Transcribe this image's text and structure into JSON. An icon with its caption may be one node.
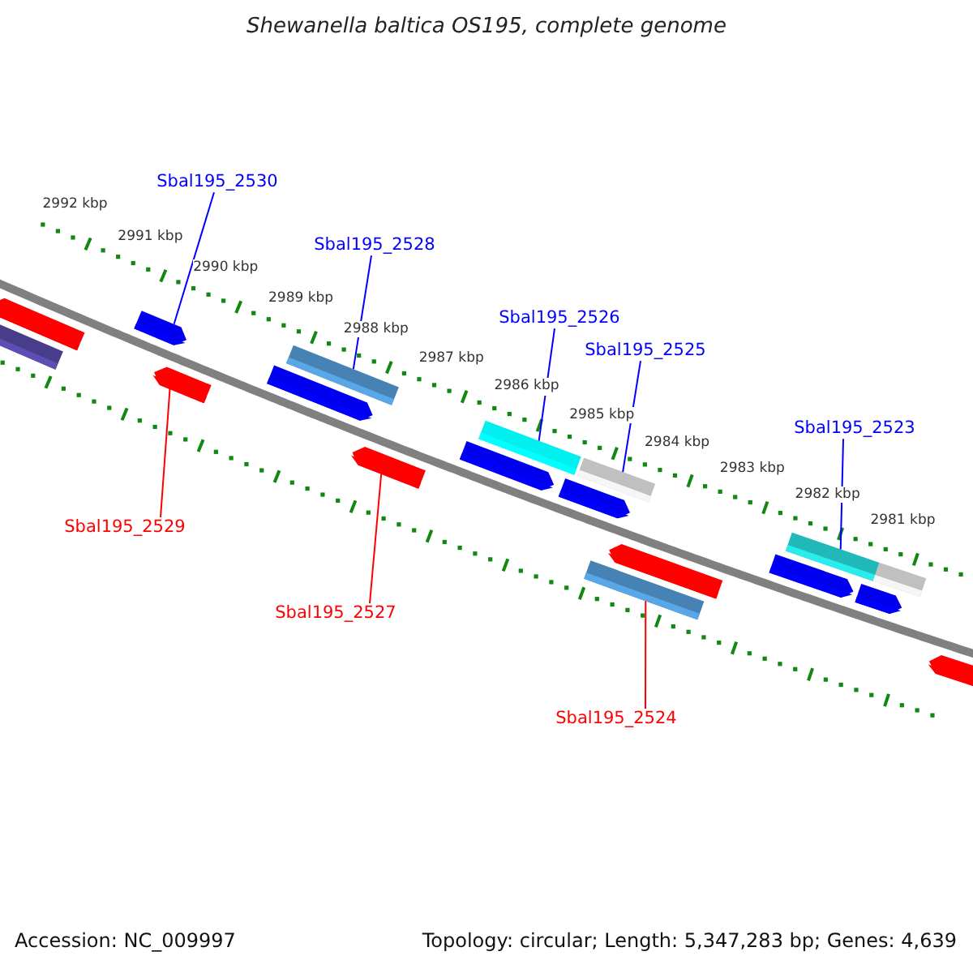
{
  "diagram": {
    "title": "Shewanella baltica OS195, complete genome",
    "nodes": [
      {
        "text": [
          "Sbal195_2530"
        ]
      },
      {
        "text": [
          "Sbal195_2528"
        ]
      },
      {
        "text": [
          "Sbal195_2526"
        ]
      },
      {
        "text": [
          "Sbal195_2525"
        ]
      },
      {
        "text": [
          "Sbal195_2523"
        ]
      },
      {
        "text": [
          "Sbal195_2529"
        ]
      },
      {
        "text": [
          "Sbal195_2527"
        ]
      },
      {
        "text": [
          "Sbal195_2524"
        ]
      },
      {
        "text": [],
        "shape": "pentagon"
      },
      {
        "text": [],
        "shape": "bar"
      },
      {
        "text": [],
        "shape": "pentagon"
      },
      {
        "text": [],
        "shape": "pentagon"
      },
      {
        "text": [],
        "shape": "pentagon"
      },
      {
        "text": [],
        "shape": "bar"
      },
      {
        "text": [],
        "shape": "pentagon"
      },
      {
        "text": [],
        "shape": "pentagon"
      },
      {
        "text": [],
        "shape": "bar"
      },
      {
        "text": [],
        "shape": "pentagon"
      },
      {
        "text": [],
        "shape": "bar"
      },
      {
        "text": [],
        "shape": "bar"
      },
      {
        "text": [],
        "shape": "pentagon"
      },
      {
        "text": [],
        "shape": "pentagon"
      },
      {
        "text": [],
        "shape": "bar"
      },
      {
        "text": [],
        "shape": "pentagon"
      },
      {
        "text": [],
        "shape": "bar"
      },
      {
        "text": [],
        "shape": "pentagon"
      }
    ],
    "edges": [
      {
        "from": 0,
        "to": 10,
        "arrow": "none"
      },
      {
        "from": 1,
        "to": 13,
        "arrow": "none"
      },
      {
        "from": 2,
        "to": 16,
        "arrow": "none"
      },
      {
        "from": 3,
        "to": 18,
        "arrow": "none"
      },
      {
        "from": 4,
        "to": 22,
        "arrow": "none"
      },
      {
        "from": 5,
        "to": 11,
        "arrow": "none",
        "color": "#ff0000"
      },
      {
        "from": 6,
        "to": 14,
        "arrow": "none",
        "color": "#ff0000"
      },
      {
        "from": 7,
        "to": 19,
        "arrow": "none",
        "color": "#ff0000"
      }
    ],
    "labels": [
      "2992 kbp",
      "2991 kbp",
      "2990 kbp",
      "2989 kbp",
      "2988 kbp",
      "2987 kbp",
      "2986 kbp",
      "2985 kbp",
      "2984 kbp",
      "2983 kbp",
      "2982 kbp",
      "2981 kbp",
      "Accession: NC_009997",
      "Topology: circular; Length: 5,347,283 bp; Genes: 4,639"
    ]
  }
}
